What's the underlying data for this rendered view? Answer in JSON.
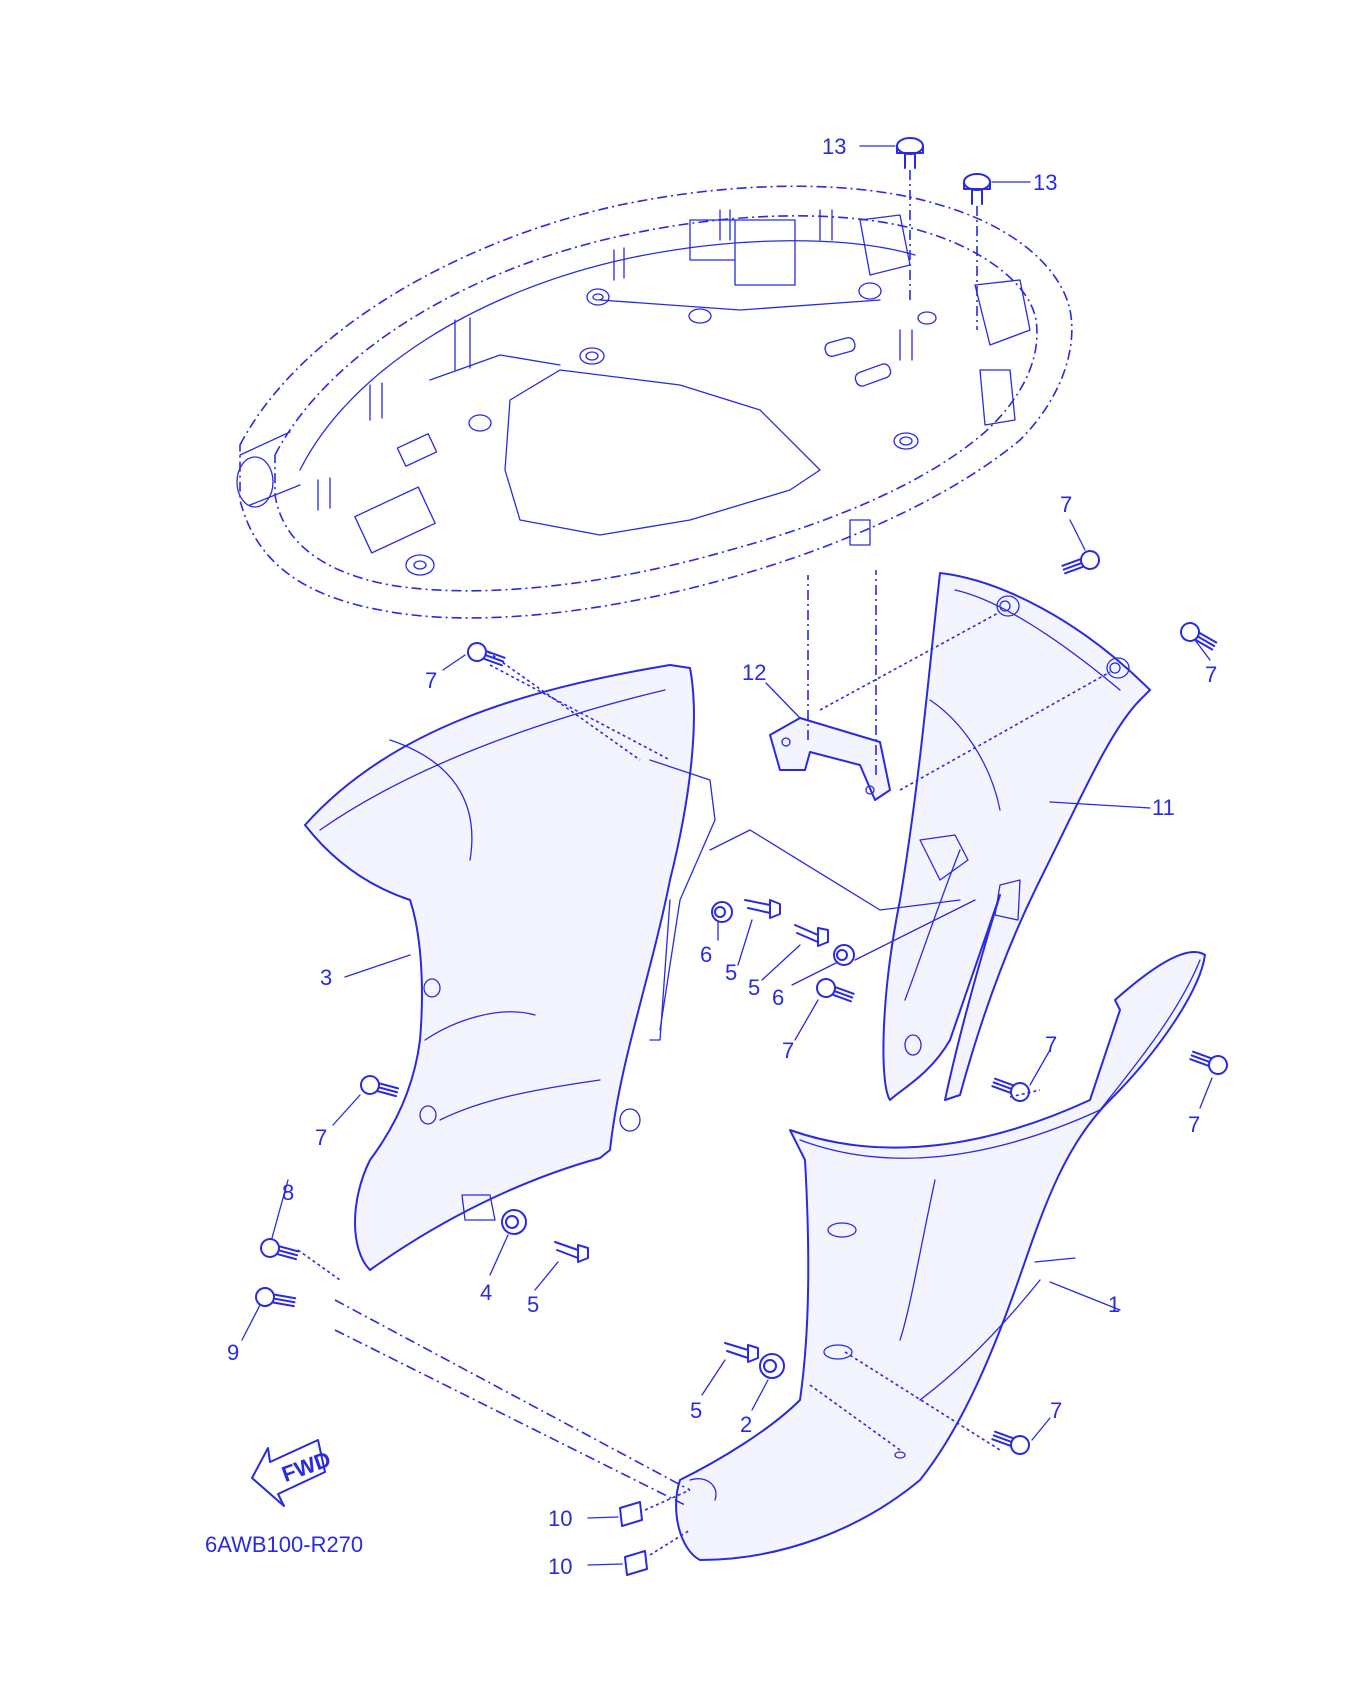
{
  "colors": {
    "ink": "#2a2ae0",
    "background": "#ffffff",
    "fill": "#f4f4ff"
  },
  "diagram_code": "6AWB100-R270",
  "fwd_label": "FWD",
  "callouts": {
    "c1": "1",
    "c2": "2",
    "c3": "3",
    "c4": "4",
    "c5": "5",
    "c6": "6",
    "c7": "7",
    "c8": "8",
    "c9": "9",
    "c10": "10",
    "c11": "11",
    "c12": "12",
    "c13": "13"
  }
}
